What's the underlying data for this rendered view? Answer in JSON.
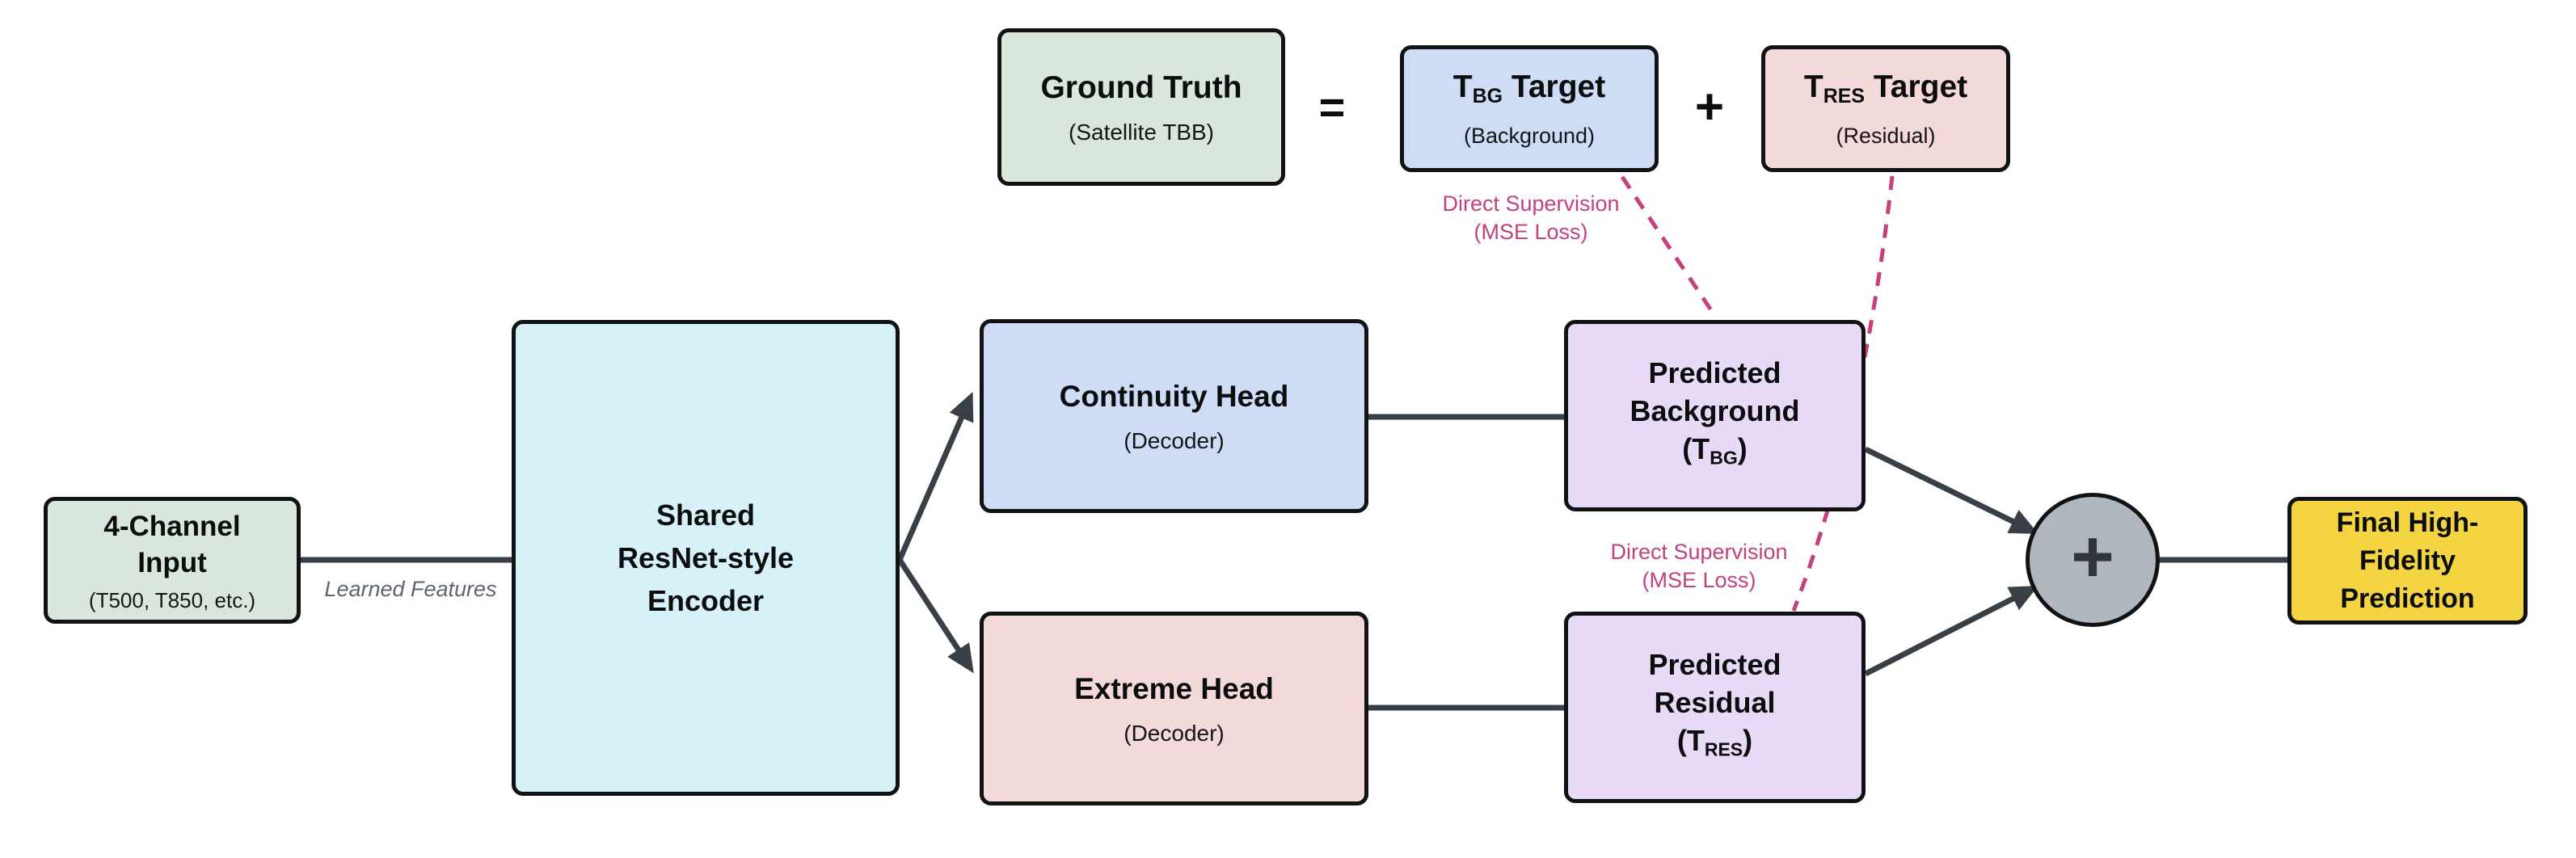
{
  "colors": {
    "arrow": "#383F46",
    "supervision_pink": "#C5407E",
    "node_border": "#101214",
    "node_green": "#D9E6DB",
    "node_blue": "#CEDCF6",
    "node_pink": "#F3D9DA",
    "node_lavender": "#E8DAF7",
    "node_cyan": "#D6F1F8",
    "node_yellow": "#F5D442",
    "sum_gray": "#AFB6BD"
  },
  "equation": {
    "ground_truth": {
      "title": "Ground Truth",
      "subtitle": "(Satellite TBB)"
    },
    "equals": "=",
    "plus": "+",
    "tbg_target": {
      "t": "T",
      "sub": "BG",
      "rest": " Target",
      "subtitle": "(Background)"
    },
    "tres_target": {
      "t": "T",
      "sub": "RES",
      "rest": " Target",
      "subtitle": "(Residual)"
    }
  },
  "nodes": {
    "input": {
      "line1": "4-Channel",
      "line2": "Input",
      "subtitle": "(T500, T850, etc.)"
    },
    "encoder": {
      "line1": "Shared",
      "line2": "ResNet-style",
      "line3": "Encoder"
    },
    "continuity_head": {
      "title": "Continuity Head",
      "subtitle": "(Decoder)"
    },
    "extreme_head": {
      "title": "Extreme Head",
      "subtitle": "(Decoder)"
    },
    "predicted_background": {
      "line1": "Predicted",
      "line2": "Background",
      "f_open": "(T",
      "f_sub": "BG",
      "f_close": ")"
    },
    "predicted_residual": {
      "line1": "Predicted",
      "line2": "Residual",
      "f_open": "(T",
      "f_sub": "RES",
      "f_close": ")"
    },
    "sum": {
      "symbol": "+"
    },
    "final": {
      "line1": "Final High-",
      "line2": "Fidelity",
      "line3": "Prediction"
    }
  },
  "edge_labels": {
    "learned_features": "Learned Features",
    "supervision_top": {
      "line1": "Direct Supervision",
      "line2": "(MSE Loss)"
    },
    "supervision_mid": {
      "line1": "Direct Supervision",
      "line2": "(MSE Loss)"
    }
  }
}
